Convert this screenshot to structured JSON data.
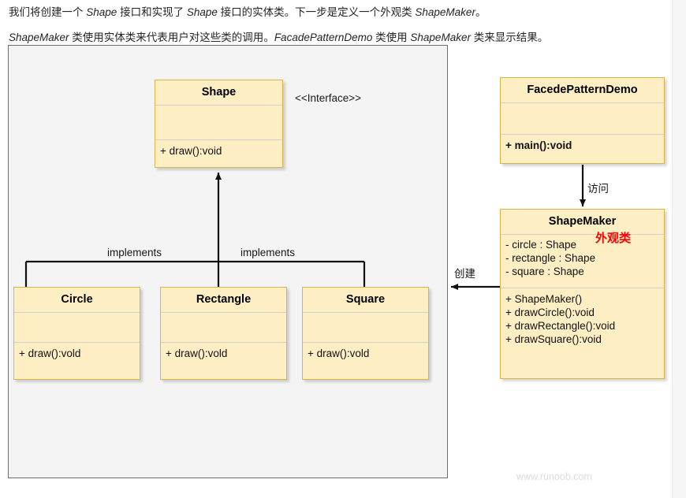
{
  "intro": {
    "paragraph_1": [
      {
        "text": "我们将创建一个 ",
        "italic": false
      },
      {
        "text": "Shape",
        "italic": true
      },
      {
        "text": " 接口和实现了 ",
        "italic": false
      },
      {
        "text": "Shape",
        "italic": true
      },
      {
        "text": " 接口的实体类。下一步是定义一个外观类 ",
        "italic": false
      },
      {
        "text": "ShapeMaker",
        "italic": true
      },
      {
        "text": "。",
        "italic": false
      }
    ],
    "paragraph_2": [
      {
        "text": "ShapeMaker",
        "italic": true
      },
      {
        "text": " 类使用实体类来代表用户对这些类的调用。",
        "italic": false
      },
      {
        "text": "FacadePatternDemo",
        "italic": true
      },
      {
        "text": " 类使用 ",
        "italic": false
      },
      {
        "text": "ShapeMaker",
        "italic": true
      },
      {
        "text": " 类来显示结果。",
        "italic": false
      }
    ]
  },
  "diagram": {
    "stereotype_interface": "<<Interface>>",
    "facade_note": "外观类",
    "watermark": "www.runoob.com",
    "classes": {
      "shape": {
        "name": "Shape",
        "attributes": [],
        "operations": [
          "+ draw():void"
        ]
      },
      "circle": {
        "name": "Circle",
        "attributes": [],
        "operations": [
          "+ draw():vold"
        ]
      },
      "rectangle": {
        "name": "Rectangle",
        "attributes": [],
        "operations": [
          "+ draw():vold"
        ]
      },
      "square": {
        "name": "Square",
        "attributes": [],
        "operations": [
          "+ draw():vold"
        ]
      },
      "demo": {
        "name": "FacedePatternDemo",
        "attributes": [],
        "operations": [
          "+ main():void"
        ]
      },
      "shapemaker": {
        "name": "ShapeMaker",
        "attributes": [
          "- circle : Shape",
          "- rectangle : Shape",
          "- square : Shape"
        ],
        "operations": [
          "+ ShapeMaker()",
          "+ drawCircle():void",
          "+ drawRectangle():void",
          "+ drawSquare():void"
        ]
      }
    },
    "relations": {
      "implements_left": "implements",
      "implements_right": "implements",
      "visit": "访问",
      "create": "创建"
    }
  },
  "colors": {
    "box_fill": "#fdeec4",
    "box_border": "#d8b44a",
    "panel_fill": "#f4f4f4",
    "panel_border": "#6e6e6e",
    "note_red": "#ff0000",
    "watermark_gray": "#dcdcdc",
    "connector": "#111111"
  }
}
